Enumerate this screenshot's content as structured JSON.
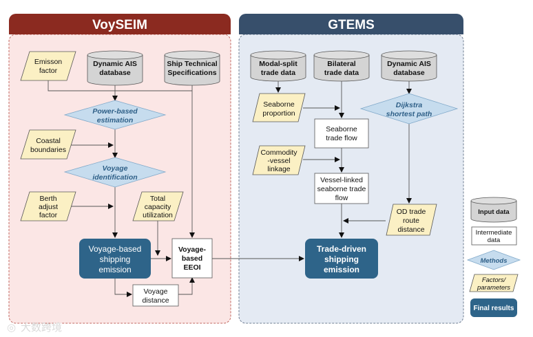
{
  "panels": {
    "left": {
      "title": "VoySEIM",
      "header_color": "#8b2a20",
      "bg_color": "#fbe6e5"
    },
    "right": {
      "title": "GTEMS",
      "header_color": "#374f6b",
      "bg_color": "#e4eaf3"
    }
  },
  "left_nodes": {
    "emission_factor": [
      "Emisson",
      "factor"
    ],
    "ais_db": [
      "Dynamic AIS",
      "database"
    ],
    "ship_specs": [
      "Ship Technical",
      "Specifications"
    ],
    "power_estimation": [
      "Power-based",
      "estimation"
    ],
    "coastal": [
      "Coastal",
      "boundaries"
    ],
    "voyage_id": [
      "Voyage",
      "identification"
    ],
    "berth": [
      "Berth",
      "adjust",
      "factor"
    ],
    "capacity": [
      "Total",
      "capacity",
      "utilization"
    ],
    "voyage_emission": [
      "Voyage-based",
      "shipping",
      "emission"
    ],
    "eeoi": [
      "Voyage-",
      "based",
      "EEOI"
    ],
    "voyage_distance": [
      "Voyage",
      "distance"
    ]
  },
  "right_nodes": {
    "modal_split": [
      "Modal-split",
      "trade data"
    ],
    "bilateral": [
      "Bilateral",
      "trade data"
    ],
    "ais_db": [
      "Dynamic AIS",
      "database"
    ],
    "seaborne_prop": [
      "Seaborne",
      "proportion"
    ],
    "dijkstra": [
      "Dijkstra",
      "shortest path"
    ],
    "seaborne_flow": [
      "Seaborne",
      "trade flow"
    ],
    "commodity": [
      "Commodity",
      "-vessel",
      "linkage"
    ],
    "vessel_linked": [
      "Vessel-linked",
      "seaborne trade",
      "flow"
    ],
    "od_route": [
      "OD trade",
      "route",
      "distance"
    ],
    "trade_emission": [
      "Trade-driven",
      "shipping",
      "emission"
    ]
  },
  "legend": {
    "input": "Input data",
    "intermediate": [
      "Intermediate",
      "data"
    ],
    "methods": "Methods",
    "factors": [
      "Factors/",
      "parameters"
    ],
    "final": "Final results"
  },
  "colors": {
    "input": "#d4d4d4",
    "factor": "#fbf0c4",
    "method": "#c6dcee",
    "final": "#2e6489"
  },
  "watermark": "大数跨境"
}
